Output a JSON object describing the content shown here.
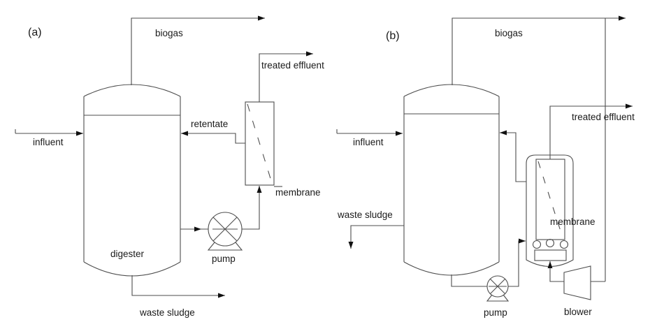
{
  "figure": {
    "type": "process-flow-diagram",
    "background_color": "#ffffff",
    "line_color": "#4d4d4d",
    "arrow_color": "#111111",
    "text_color": "#1a1a1a",
    "panel_a": {
      "tag": "(a)",
      "labels": {
        "biogas": "biogas",
        "treated_effluent": "treated effluent",
        "retentate": "retentate",
        "influent": "influent",
        "digester": "digester",
        "membrane": "membrane",
        "pump": "pump",
        "waste_sludge": "waste sludge"
      }
    },
    "panel_b": {
      "tag": "(b)",
      "labels": {
        "biogas": "biogas",
        "treated_effluent": "treated effluent",
        "influent": "influent",
        "waste_sludge": "waste sludge",
        "membrane": "membrane",
        "pump": "pump",
        "blower": "blower"
      }
    }
  }
}
